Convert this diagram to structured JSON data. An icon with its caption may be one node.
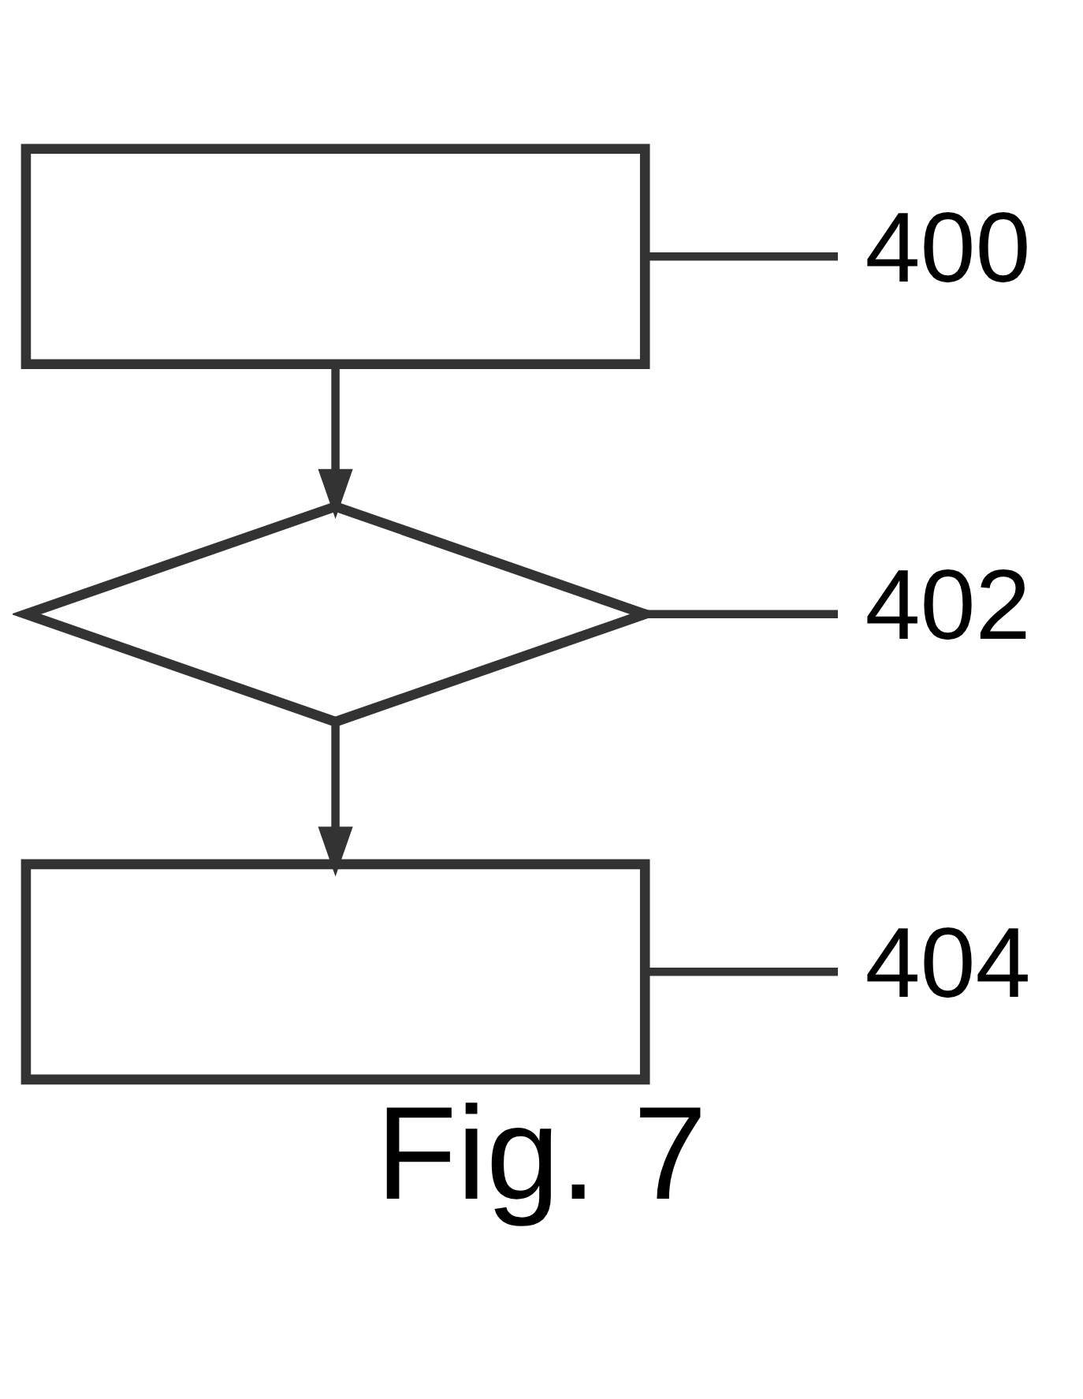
{
  "diagram": {
    "caption": "Fig. 7",
    "nodes": [
      {
        "text": [],
        "shape": "box"
      },
      {
        "text": [],
        "shape": "diamond"
      },
      {
        "text": [],
        "shape": "box"
      },
      {
        "text": [
          "400"
        ]
      },
      {
        "text": [
          "402"
        ]
      },
      {
        "text": [
          "404"
        ]
      }
    ],
    "edges": [
      {
        "from": 0,
        "to": 1,
        "arrow": "to"
      },
      {
        "from": 1,
        "to": 2,
        "arrow": "to"
      },
      {
        "from": 3,
        "to": 0,
        "arrow": "none"
      },
      {
        "from": 4,
        "to": 1,
        "arrow": "none"
      },
      {
        "from": 5,
        "to": 2,
        "arrow": "none"
      }
    ]
  }
}
